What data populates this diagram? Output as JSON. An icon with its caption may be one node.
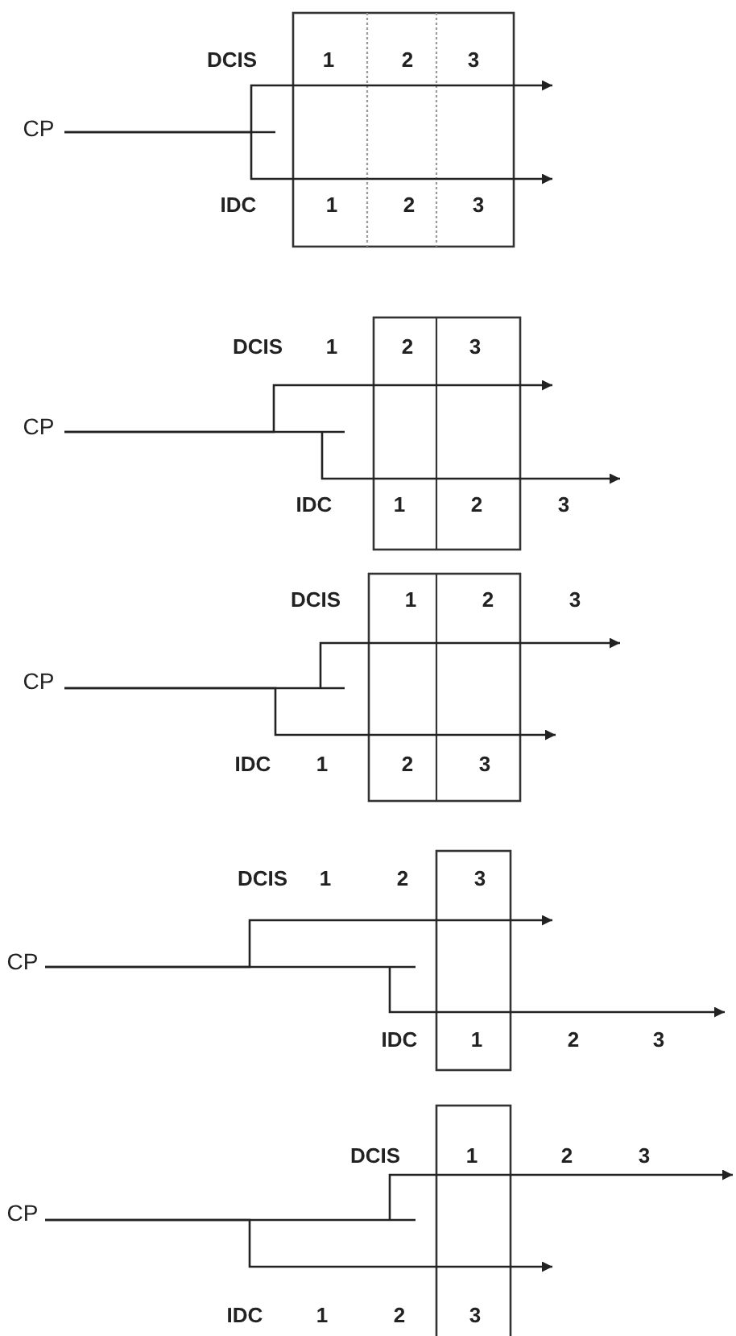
{
  "diagram": {
    "nodes": [
      {
        "text": [
          "CP"
        ]
      },
      {
        "text": [
          "CP"
        ]
      },
      {
        "text": [
          "CP"
        ]
      },
      {
        "text": [
          "CP"
        ]
      },
      {
        "text": [
          "CP"
        ]
      }
    ],
    "edges": [
      {
        "from": 0,
        "to": null,
        "arrow": "to"
      },
      {
        "from": 0,
        "to": null,
        "arrow": "to"
      },
      {
        "from": 1,
        "to": null,
        "arrow": "to"
      },
      {
        "from": 1,
        "to": null,
        "arrow": "to"
      },
      {
        "from": 2,
        "to": null,
        "arrow": "to"
      },
      {
        "from": 2,
        "to": null,
        "arrow": "to"
      },
      {
        "from": 3,
        "to": null,
        "arrow": "to"
      },
      {
        "from": 3,
        "to": null,
        "arrow": "to"
      },
      {
        "from": 4,
        "to": null,
        "arrow": "to"
      },
      {
        "from": 4,
        "to": null,
        "arrow": "to"
      }
    ],
    "labels": [
      "DCIS",
      "1",
      "2",
      "3",
      "IDC",
      "1",
      "2",
      "3",
      "DCIS",
      "1",
      "2",
      "3",
      "IDC",
      "1",
      "2",
      "3",
      "DCIS",
      "1",
      "2",
      "3",
      "IDC",
      "1",
      "2",
      "3",
      "DCIS",
      "1",
      "2",
      "3",
      "IDC",
      "1",
      "2",
      "3",
      "DCIS",
      "1",
      "2",
      "3",
      "IDC",
      "1",
      "2",
      "3"
    ]
  }
}
